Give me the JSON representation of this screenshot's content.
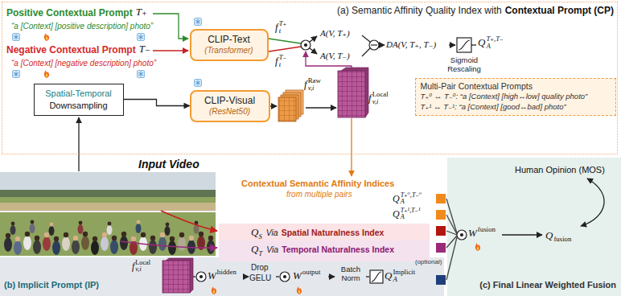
{
  "diagram": {
    "nodes": [
      {
        "text": [
          "(a) Semantic Affinity Quality Index with",
          "Contextual Prompt (CP)"
        ]
      },
      {
        "text": [
          "CLIP-Text",
          "(Transformer)"
        ],
        "in": 0
      },
      {
        "text": [
          "CLIP-Visual",
          "(ResNet50)"
        ],
        "in": 0
      },
      {
        "text": [
          "Spatial-Temporal",
          "Downsampling"
        ],
        "in": 0
      },
      {
        "text": [
          "Multi-Pair Contextual Prompts",
          "T₊⁰ ↔ T₋⁰: “a [Context] [high↔low] quality photo”",
          "T₊¹ ↔ T₋¹: “a [Context] [good↔bad] photo”"
        ],
        "in": 0
      },
      {
        "text": [
          "Q",
          "S",
          "Via",
          "Spatial Naturalness Index"
        ]
      },
      {
        "text": [
          "Q",
          "T",
          "Via",
          "Temporal Naturalness Index"
        ]
      },
      {
        "text": [
          "(b) Implicit Prompt (IP)"
        ]
      },
      {
        "text": [
          "(c) Final Linear Weighted Fusion"
        ]
      }
    ],
    "edges": [
      {
        "from": 3,
        "to": 2,
        "arrow": "to"
      }
    ],
    "labels": [
      "Positive Contextual Prompt",
      "T₊",
      "“a [Context] [positive description] photo”",
      "Negative Contextual Prompt",
      "T₋",
      "“a [Context] [negative description] photo”",
      "f",
      "t",
      "T₊",
      "f",
      "t",
      "T₋",
      "A(V, T₊)",
      "A(V, T₋)",
      "DA(V, T₊, T₋)",
      "Sigmoid Rescaling",
      "Q",
      "A",
      "T₊,T₋",
      "f",
      "v,i",
      "Raw",
      "f",
      "v,i",
      "Local",
      "Input Video",
      "Contextual Semantic Affinity Indices",
      "from multiple pairs",
      "Q",
      "A",
      "T₊⁰,T₋⁰",
      "Q",
      "A",
      "T₊¹,T₋¹",
      "(optional)",
      "W",
      "fusion",
      "Q",
      "fusion",
      "Human Opinion (MOS)",
      "f",
      "v,i",
      "Local",
      "W",
      "hidden",
      "Drop",
      "GELU",
      "W",
      "output",
      "Batch Norm",
      "Q",
      "A",
      "Implicit"
    ]
  }
}
